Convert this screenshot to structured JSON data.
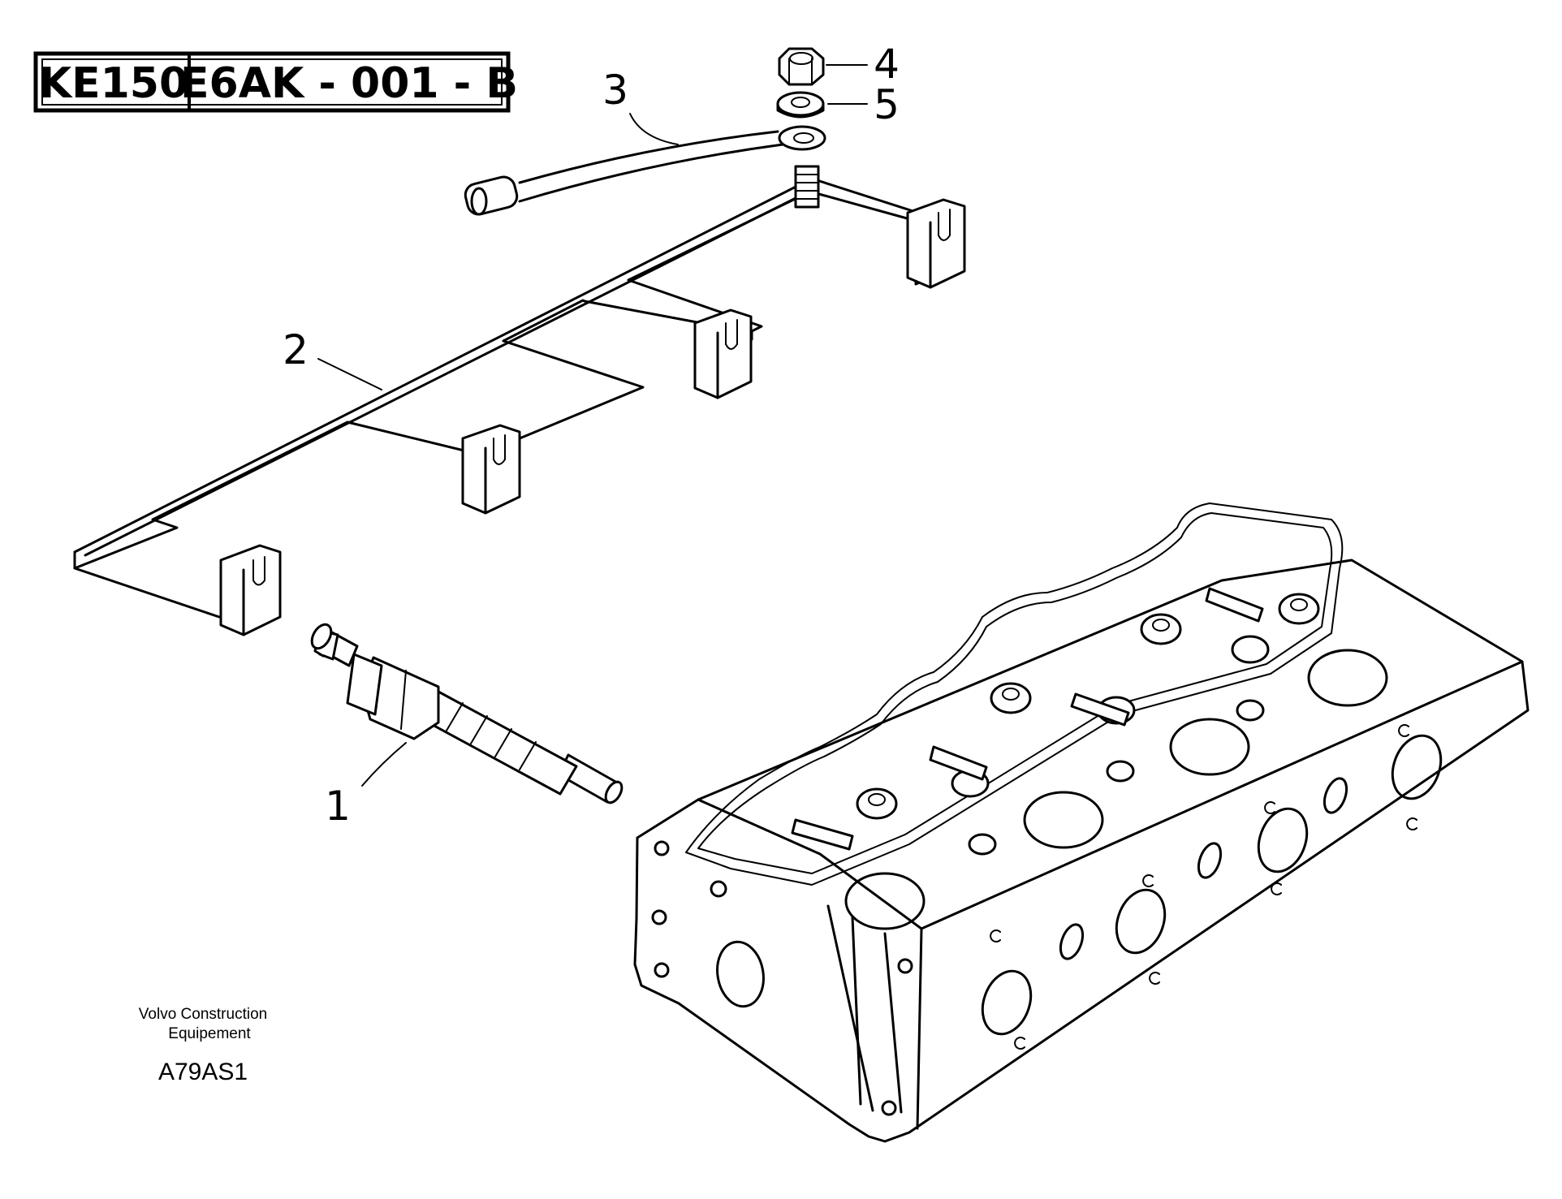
{
  "header": {
    "model": "KE150",
    "reference": "E6AK - 001 - B"
  },
  "callouts": [
    {
      "number": "1",
      "part": "glow-plug"
    },
    {
      "number": "2",
      "part": "bus-bar"
    },
    {
      "number": "3",
      "part": "cable"
    },
    {
      "number": "4",
      "part": "nut"
    },
    {
      "number": "5",
      "part": "washer"
    }
  ],
  "footer": {
    "publisher_line1": "Volvo Construction",
    "publisher_line2": "Equipement",
    "figure_code": "A79AS1"
  }
}
